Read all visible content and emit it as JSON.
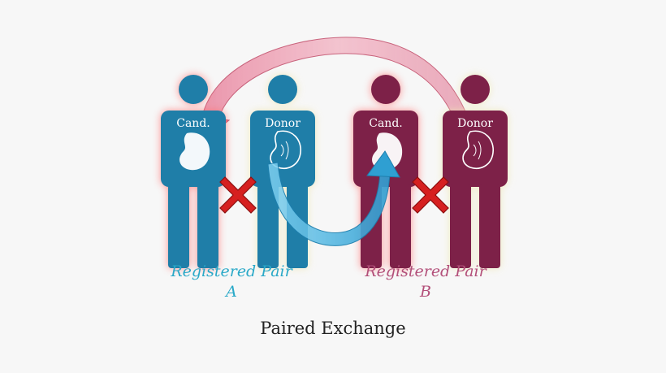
{
  "figures": {
    "a_candidate": {
      "label": "Cand.",
      "color": "#1f7ea8",
      "glow": "#ff6b6b"
    },
    "a_donor": {
      "label": "Donor",
      "color": "#1f7ea8",
      "glow": "#e8e2b0"
    },
    "b_candidate": {
      "label": "Cand.",
      "color": "#7d2148",
      "glow": "#ff6b6b"
    },
    "b_donor": {
      "label": "Donor",
      "color": "#7d2148",
      "glow": "#e8e2b0"
    }
  },
  "pair_a": {
    "line1": "Registered Pair",
    "line2": "A",
    "color": "#2aa9c8"
  },
  "pair_b": {
    "line1": "Registered Pair",
    "line2": "B",
    "color": "#b3507a"
  },
  "caption": "Paired Exchange",
  "icons": {
    "incompatible": "red-x-icon",
    "organ": "kidney-icon",
    "transfer_blue": "blue-arrow-icon",
    "transfer_pink": "pink-arrow-icon"
  },
  "colors": {
    "red_x": "#d62020",
    "blue_arrow": "#3aa7d6",
    "pink_arrow": "#e07b98"
  }
}
